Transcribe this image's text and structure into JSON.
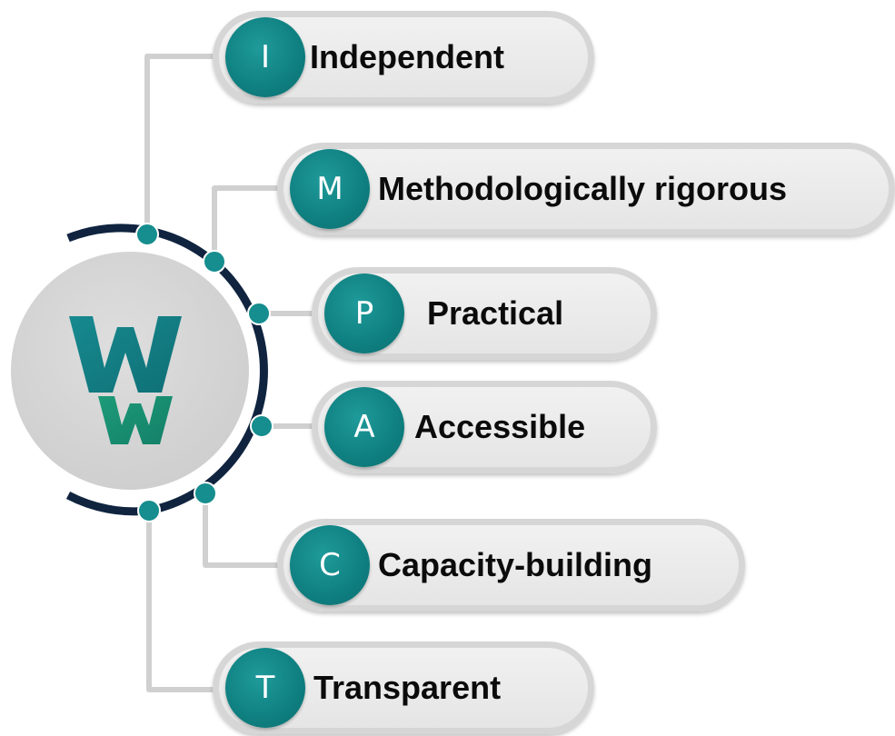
{
  "logo": {
    "letters": "WW"
  },
  "items": [
    {
      "letter": "I",
      "label": "Independent"
    },
    {
      "letter": "M",
      "label": "Methodologically rigorous"
    },
    {
      "letter": "P",
      "label": "Practical"
    },
    {
      "letter": "A",
      "label": "Accessible"
    },
    {
      "letter": "C",
      "label": "Capacity-building"
    },
    {
      "letter": "T",
      "label": "Transparent"
    }
  ],
  "colors": {
    "teal": "#0f7f80",
    "navy": "#10243f",
    "connector": "#d0d0d0",
    "pill": "#e8e8e8"
  }
}
